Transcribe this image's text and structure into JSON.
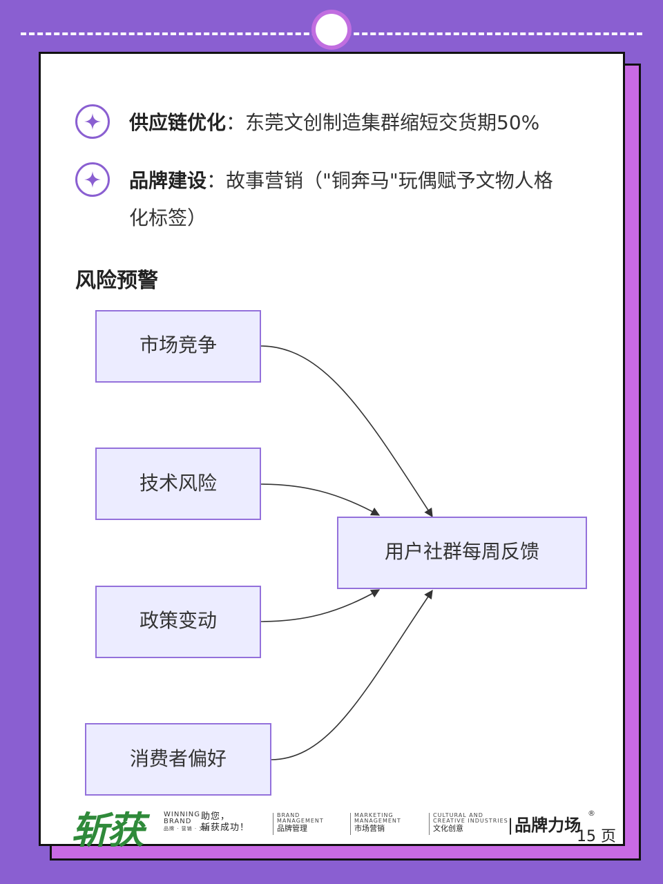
{
  "bullets": [
    {
      "title": "供应链优化",
      "sep": "：",
      "text": "东莞文创制造集群缩短交货期50%"
    },
    {
      "title": "品牌建设",
      "sep": "：",
      "text_line1": "故事营销（\"铜奔马\"玩偶赋予文物人格",
      "text_line2": "化标签）"
    }
  ],
  "section_title": "风险预警",
  "diagram": {
    "sources": [
      "市场竞争",
      "技术风险",
      "政策变动",
      "消费者偏好"
    ],
    "target": "用户社群每周反馈",
    "colors": {
      "node_fill": "#ECECFF",
      "node_stroke": "#9370DB",
      "edge": "#333333"
    }
  },
  "footer": {
    "logo": "斩获",
    "winning_brand": [
      "WINNING",
      "BRAND",
      "品牌 · 营销 · 文创"
    ],
    "slogan": [
      "助您，",
      "斩获成功！"
    ],
    "brand_management": [
      "BRAND",
      "MANAGEMENT",
      "品牌管理"
    ],
    "marketing_management": [
      "MARKETING",
      "MANAGEMENT",
      "市场营销"
    ],
    "cultural_creative": [
      "CULTURAL AND",
      "CREATIVE INDUSTRIES",
      "文化创意"
    ],
    "brand_force": "品牌力场",
    "reg_mark": "®",
    "page": "15 页"
  },
  "colors": {
    "background": "#8a5fd1",
    "accent": "#c86ae4",
    "badge": "#8a5fd1"
  },
  "icons": {
    "bullet": "sparkle-icon"
  }
}
